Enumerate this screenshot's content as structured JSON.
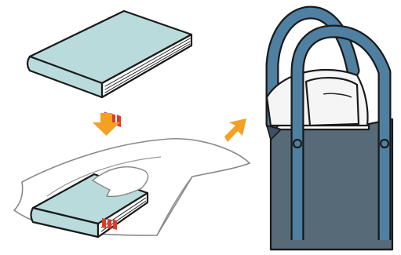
{
  "diagram": {
    "steps": [
      {
        "id": "book",
        "icon": "book-icon"
      },
      {
        "id": "wrapped",
        "icon": "book-in-plastic-bag-icon"
      },
      {
        "id": "tote",
        "icon": "tote-bag-icon"
      }
    ],
    "arrows": [
      {
        "icon": "arrow-down-icon",
        "from": "book",
        "to": "wrapped"
      },
      {
        "icon": "arrow-diagonal-up-right-icon",
        "from": "wrapped",
        "to": "tote"
      }
    ],
    "colors": {
      "book_cover": "#b9dbdb",
      "outline": "#1a1a1a",
      "spine_label": "#e03a2a",
      "arrow": "#f4a024",
      "bag_body": "#566a78",
      "bag_strap": "#4f7fa1",
      "plastic_bag": "#ffffff",
      "contents": "#f5f5f5"
    }
  }
}
